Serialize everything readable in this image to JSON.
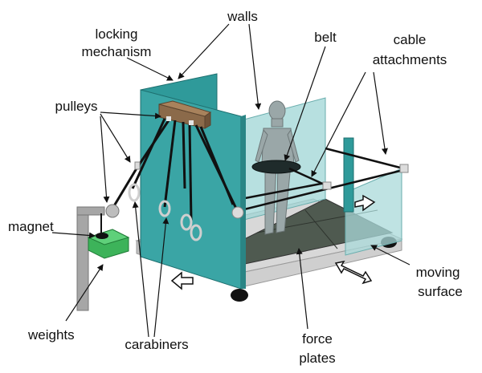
{
  "labels": {
    "walls": "walls",
    "locking_1": "locking",
    "locking_2": "mechanism",
    "belt": "belt",
    "cable_1": "cable",
    "cable_2": "attachments",
    "pulleys": "pulleys",
    "magnet": "magnet",
    "weights": "weights",
    "carabiners": "carabiners",
    "force_1": "force",
    "force_2": "plates",
    "moving_1": "moving",
    "moving_2": "surface"
  },
  "colors": {
    "teal": "#3aa5a5",
    "teal_dark": "#2a8585",
    "glass": "#9fd6d6",
    "floor": "#4f5a50",
    "base": "#d8d8d8",
    "wood": "#8b6a4a",
    "magnet_box": "#3db35a",
    "person": "#9aa7a8"
  }
}
